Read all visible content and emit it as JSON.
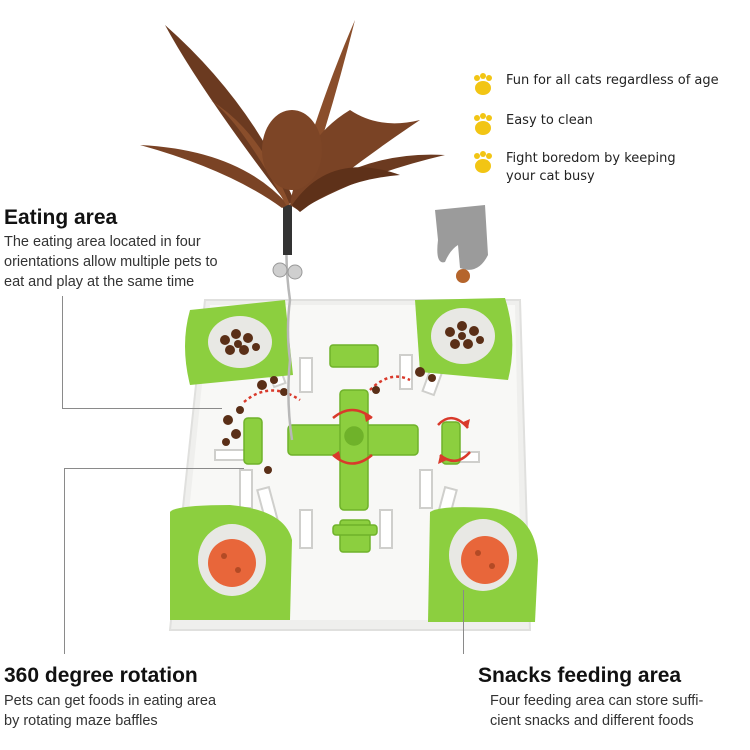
{
  "features": [
    {
      "icon": "paw-icon",
      "text": "Fun for all cats regardless of age"
    },
    {
      "icon": "paw-icon",
      "text": "Easy to clean"
    },
    {
      "icon": "paw-icon",
      "text": "Fight boredom by keeping your cat busy"
    }
  ],
  "callouts": {
    "eating": {
      "title": "Eating area",
      "desc_line1": "The eating area located in four",
      "desc_line2": "orientations allow multiple pets to",
      "desc_line3": "eat and play at the same time"
    },
    "rotation": {
      "title": "360 degree rotation",
      "desc_line1": "Pets can get foods in eating area",
      "desc_line2": "by rotating maze baffles"
    },
    "snacks": {
      "title": "Snacks feeding area",
      "desc_line1": "Four feeding area can store suffi-",
      "desc_line2": "cient snacks and different foods"
    }
  },
  "colors": {
    "green": "#8ccf3f",
    "green_dark": "#6fb22a",
    "paw": "#f2c514",
    "board": "#f4f4f2",
    "ball": "#e8663a",
    "feather": "#7a4325",
    "arrow": "#d93a2b"
  }
}
